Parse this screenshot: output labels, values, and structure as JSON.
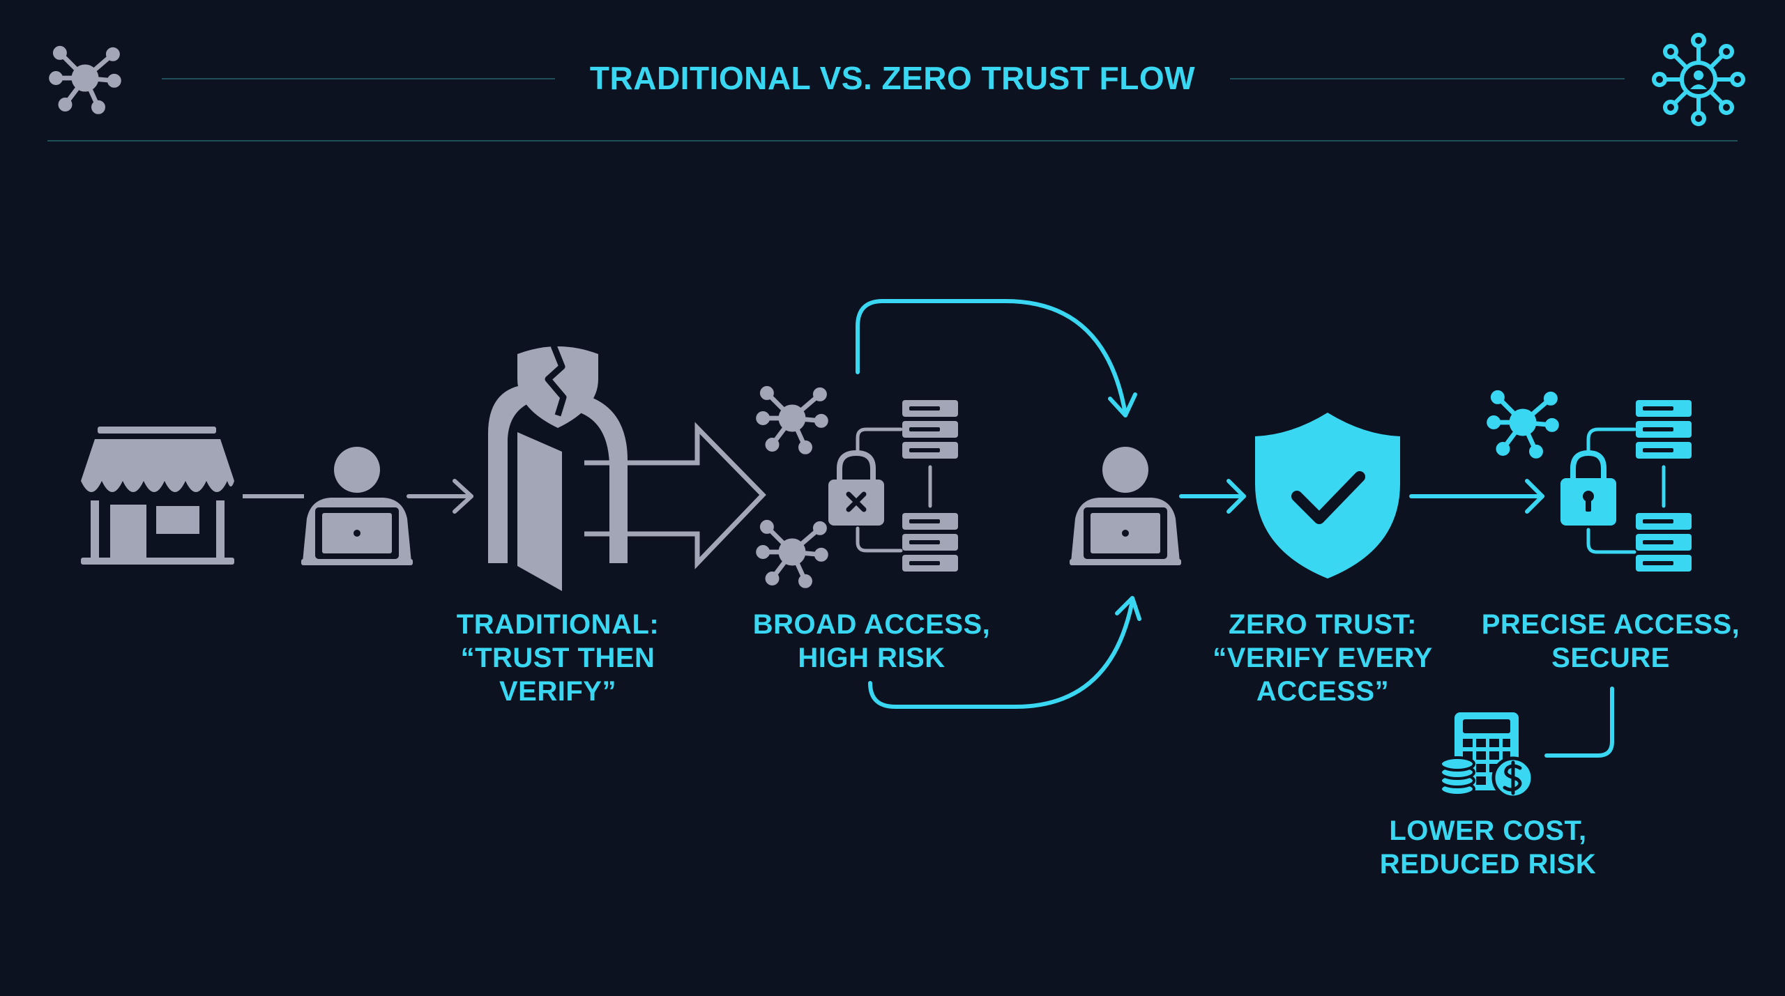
{
  "title": "TRADITIONAL VS. ZERO TRUST FLOW",
  "colors": {
    "background": "#0c1220",
    "accent": "#3ad7f2",
    "muted": "#a3a6b6",
    "rule": "#1f4f58"
  },
  "labels": {
    "traditional": "TRADITIONAL:\n“TRUST THEN\nVERIFY”",
    "broad": "BROAD ACCESS,\nHIGH RISK",
    "zero_trust": "ZERO TRUST:\n“VERIFY EVERY\nACCESS”",
    "precise": "PRECISE ACCESS,\nSECURE",
    "cost": "LOWER COST,\nREDUCED RISK"
  },
  "icons": [
    "network-node-icon",
    "network-user-icon",
    "storefront-icon",
    "user-laptop-icon",
    "broken-shield-door-icon",
    "big-arrow-icon",
    "padlock-x-icon",
    "server-stack-icon",
    "shield-check-icon",
    "padlock-icon",
    "calculator-coins-icon"
  ]
}
